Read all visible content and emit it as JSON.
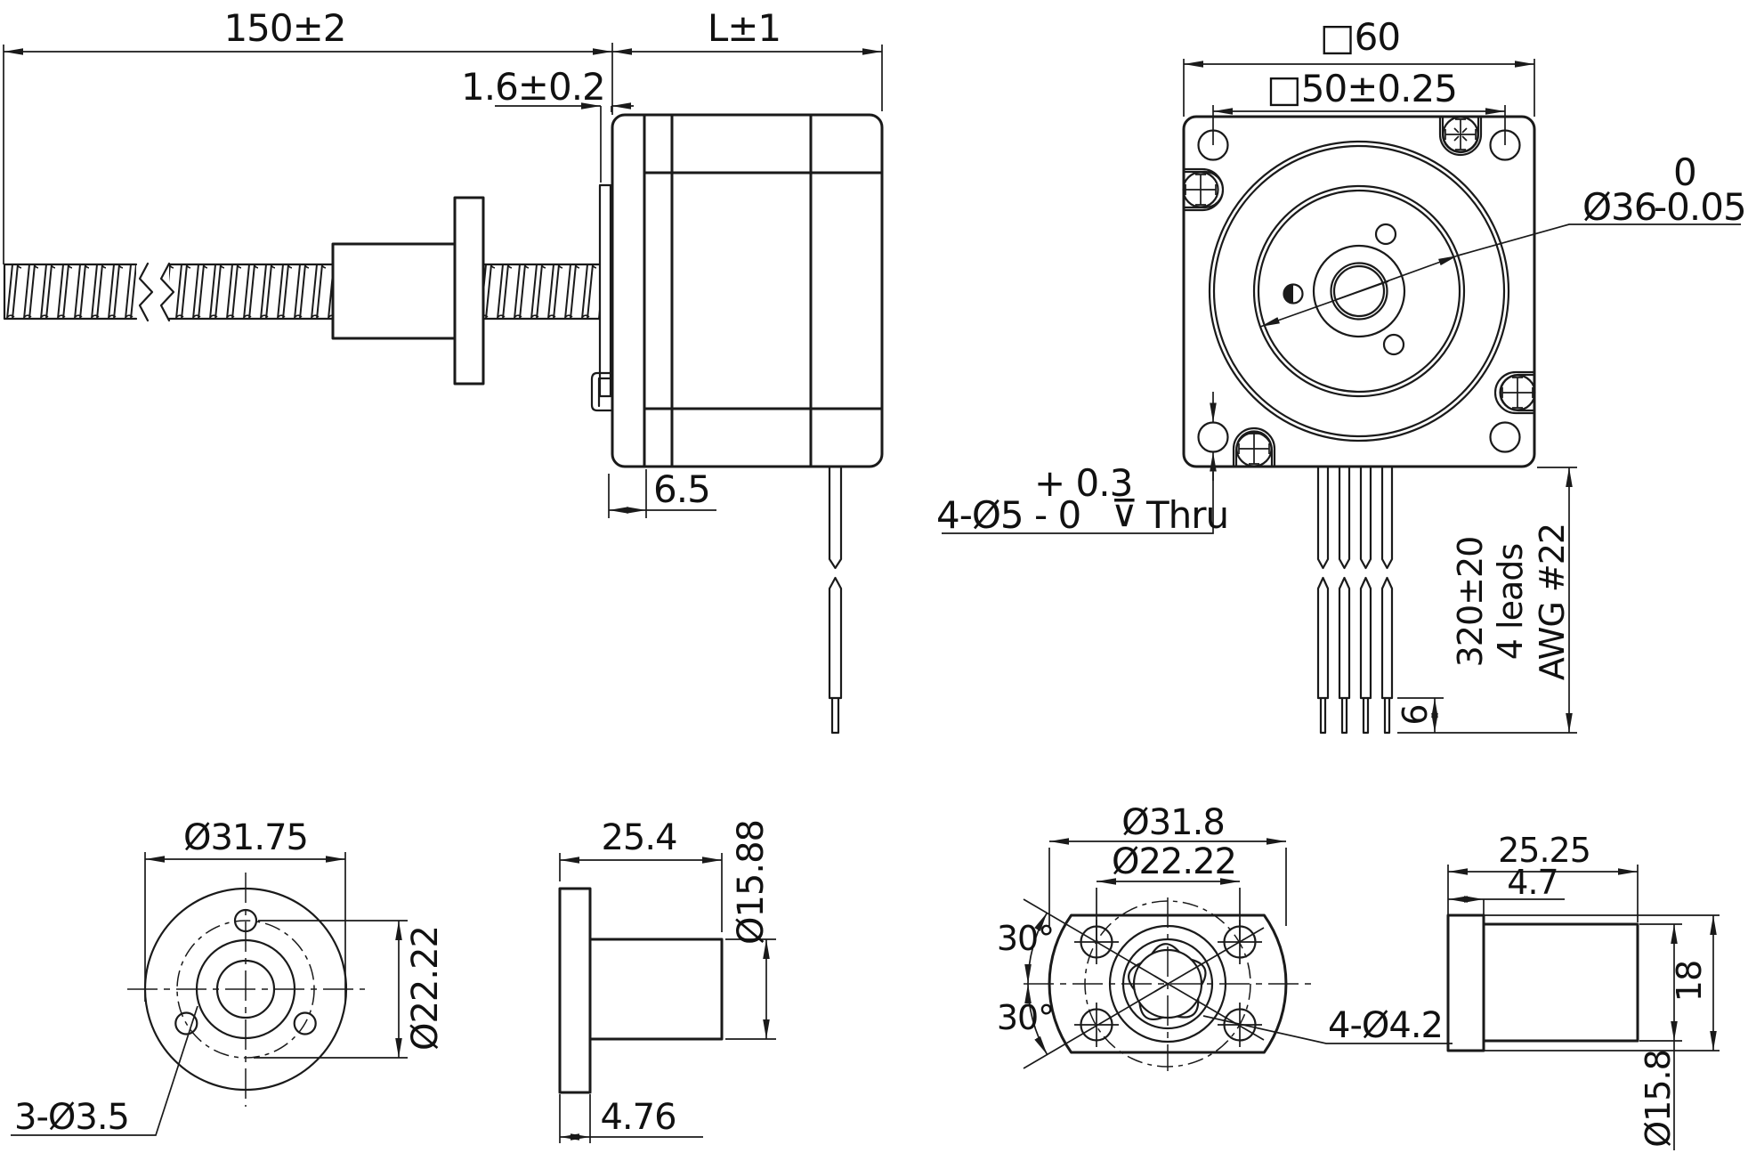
{
  "side": {
    "screw_length": "150±2",
    "plate_thickness": "1.6±0.2",
    "body_length": "L±1",
    "front_cap": "6.5"
  },
  "front": {
    "frame": "□60",
    "mounting": "□50±0.25",
    "pilot_d": "Ø36",
    "pilot_upper": "0",
    "pilot_lower": "-0.05",
    "holes": "4-Ø5",
    "holes_lower": "- 0",
    "holes_upper": "+ 0.3",
    "depth_sym": "⊽",
    "thru": "Thru",
    "lead_length": "320±20",
    "leads": "4 leads",
    "awg": "AWG #22",
    "strip": "6"
  },
  "nut_a": {
    "flange_od": "Ø31.75",
    "bolt_circle": "Ø22.22",
    "holes": "3-Ø3.5",
    "length": "25.4",
    "body_od": "Ø15.88",
    "flange_thickness": "4.76"
  },
  "nut_b": {
    "flange_od": "Ø31.8",
    "bolt_circle": "Ø22.22",
    "angle_upper": "30°",
    "angle_lower": "30°",
    "holes": "4-Ø4.2",
    "length": "25.25",
    "flange_thickness": "4.7",
    "height": "18",
    "body_od": "Ø15.8"
  }
}
